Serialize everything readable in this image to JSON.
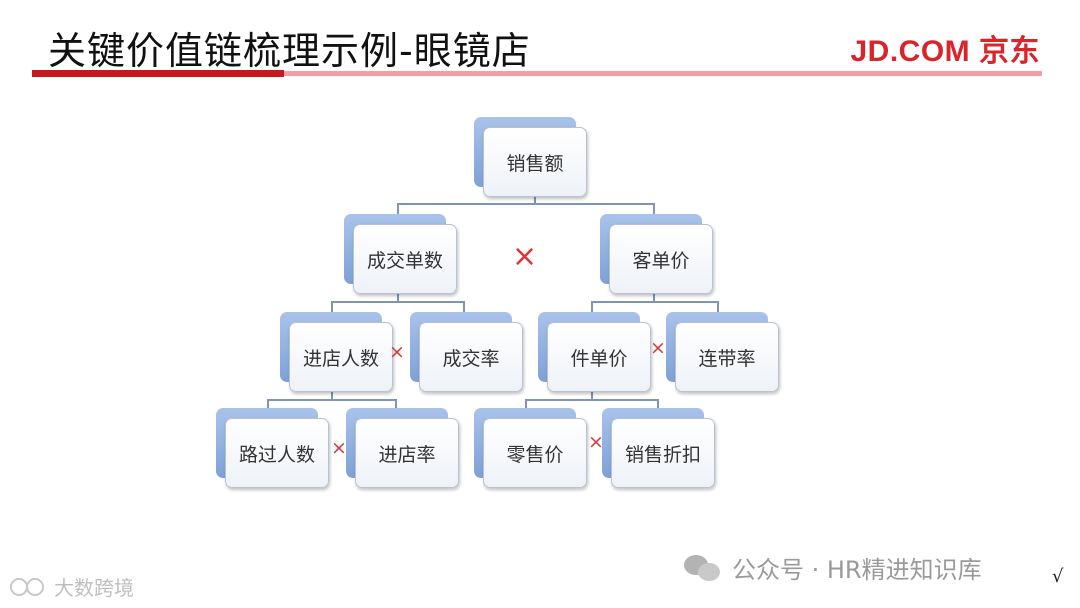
{
  "header": {
    "title": "关键价值链梳理示例-眼镜店",
    "brand": "JD.COM 京东"
  },
  "diagram": {
    "nodes": {
      "sales": "销售额",
      "orders": "成交单数",
      "avg_price": "客单价",
      "visitors": "进店人数",
      "conversion": "成交率",
      "unit_price": "件单价",
      "attach_rate": "连带率",
      "passersby": "路过人数",
      "entry_rate": "进店率",
      "retail_price": "零售价",
      "discount": "销售折扣"
    },
    "operator": "×"
  },
  "footer": {
    "wechat_label": "公众号 · HR精进知识库",
    "check": "√",
    "watermark": "大数跨境"
  }
}
